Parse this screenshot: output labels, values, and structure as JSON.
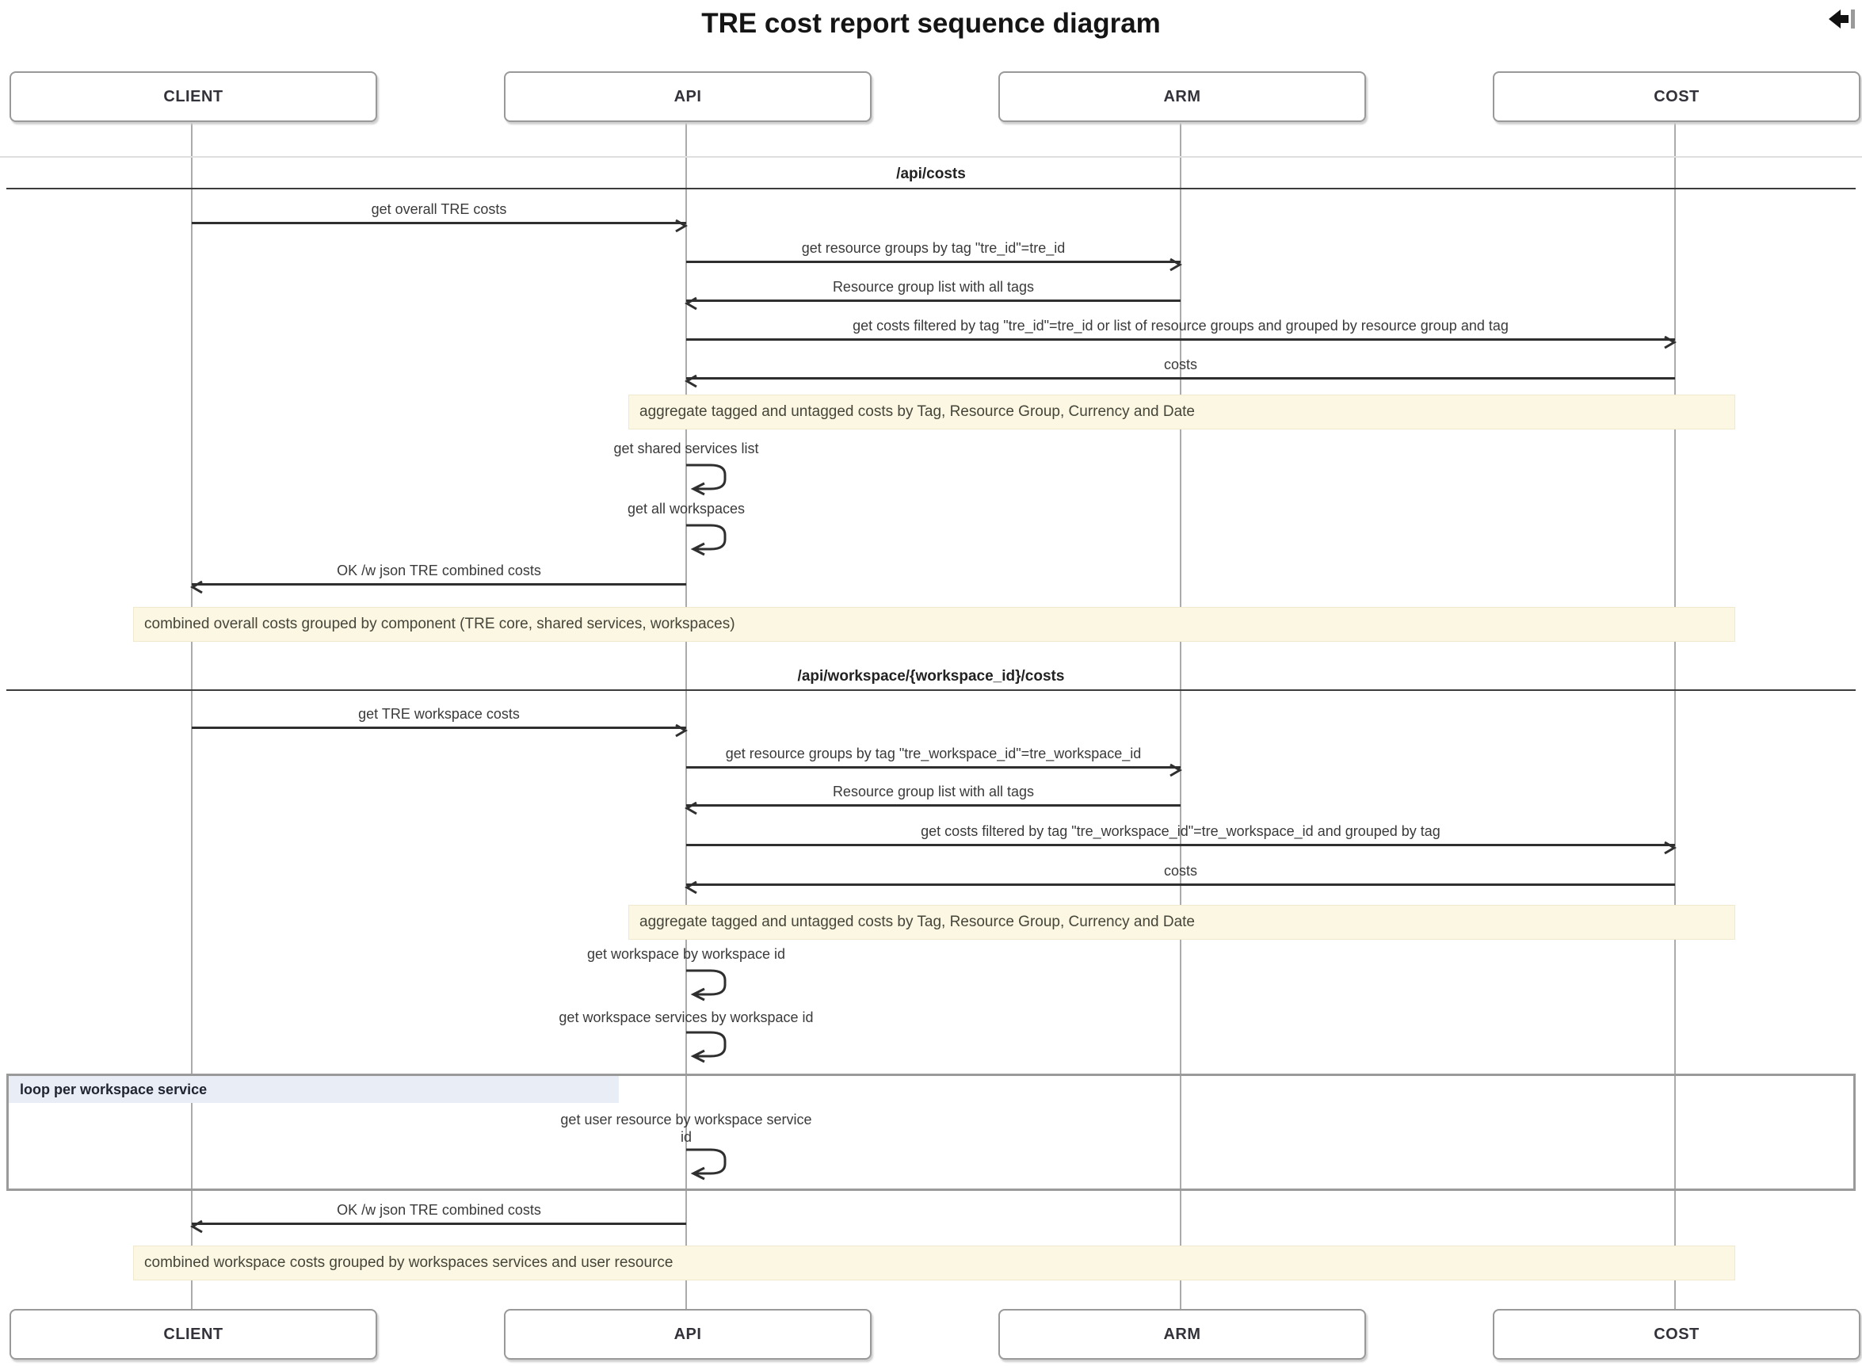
{
  "title": "TRE cost report sequence diagram",
  "actors": [
    "CLIENT",
    "API",
    "ARM",
    "COST"
  ],
  "sections": [
    {
      "label": "/api/costs"
    },
    {
      "label": "/api/workspace/{workspace_id}/costs"
    }
  ],
  "messages": [
    {
      "label": "get overall TRE costs",
      "from": "CLIENT",
      "to": "API",
      "type": "arrow"
    },
    {
      "label": "get resource groups by tag \"tre_id\"=tre_id",
      "from": "API",
      "to": "ARM",
      "type": "arrow"
    },
    {
      "label": "Resource group list with all tags",
      "from": "ARM",
      "to": "API",
      "type": "arrow"
    },
    {
      "label": "get costs filtered by tag \"tre_id\"=tre_id or list of resource groups and grouped by resource group and tag",
      "from": "API",
      "to": "COST",
      "type": "arrow"
    },
    {
      "label": "costs",
      "from": "COST",
      "to": "API",
      "type": "arrow"
    },
    {
      "label": "get shared services list",
      "from": "API",
      "to": "API",
      "type": "self"
    },
    {
      "label": "get all workspaces",
      "from": "API",
      "to": "API",
      "type": "self"
    },
    {
      "label": "OK /w json TRE combined costs",
      "from": "API",
      "to": "CLIENT",
      "type": "arrow"
    },
    {
      "label": "get TRE workspace costs",
      "from": "CLIENT",
      "to": "API",
      "type": "arrow"
    },
    {
      "label": "get resource groups by tag \"tre_workspace_id\"=tre_workspace_id",
      "from": "API",
      "to": "ARM",
      "type": "arrow"
    },
    {
      "label": "Resource group list with all tags",
      "from": "ARM",
      "to": "API",
      "type": "arrow"
    },
    {
      "label": "get costs filtered by tag \"tre_workspace_id\"=tre_workspace_id and grouped by tag",
      "from": "API",
      "to": "COST",
      "type": "arrow"
    },
    {
      "label": "costs",
      "from": "COST",
      "to": "API",
      "type": "arrow"
    },
    {
      "label": "get workspace by workspace id",
      "from": "API",
      "to": "API",
      "type": "self"
    },
    {
      "label": "get workspace services by workspace id",
      "from": "API",
      "to": "API",
      "type": "self"
    },
    {
      "label": "get user resource by workspace service id",
      "from": "API",
      "to": "API",
      "type": "self"
    },
    {
      "label": "OK /w json TRE combined costs",
      "from": "API",
      "to": "CLIENT",
      "type": "arrow"
    }
  ],
  "notes": [
    {
      "label": "aggregate tagged and untagged costs by Tag, Resource Group, Currency and Date"
    },
    {
      "label": "combined overall costs grouped by component (TRE core, shared services, workspaces)"
    },
    {
      "label": "aggregate tagged and untagged costs by Tag, Resource Group, Currency and Date"
    },
    {
      "label": "combined workspace costs grouped by workspaces services and user resource"
    }
  ],
  "loop": {
    "label": "loop per workspace service"
  },
  "icons": {
    "top_right": "collapse-left-icon"
  },
  "colors": {
    "note_bg": "#fcf7e2",
    "loop_label_bg": "#e9edf6",
    "arrow": "#2f2f2f",
    "lifeline": "#ababab",
    "actor_border": "#999999",
    "divider_line": "#3c3c3c"
  }
}
